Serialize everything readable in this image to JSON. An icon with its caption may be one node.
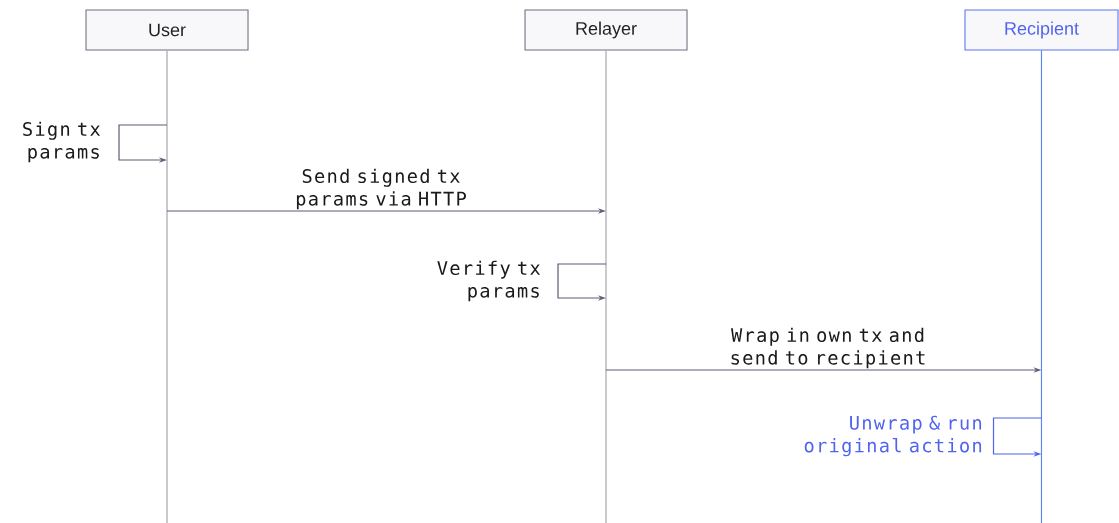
{
  "diagram": {
    "nodes": [
      {
        "text": [
          "User"
        ]
      },
      {
        "text": [
          "Relayer"
        ]
      },
      {
        "text": [
          "Recipient"
        ]
      }
    ],
    "edges": [
      {
        "from": 0,
        "to": 0,
        "arrow": "to",
        "label": "Sign tx params"
      },
      {
        "from": 0,
        "to": 1,
        "arrow": "to",
        "label": "Send signed tx params via HTTP"
      },
      {
        "from": 1,
        "to": 1,
        "arrow": "to",
        "label": "Verify tx params"
      },
      {
        "from": 1,
        "to": 2,
        "arrow": "to",
        "label": "Wrap in own tx and send to recipient"
      },
      {
        "from": 2,
        "to": 2,
        "arrow": "to",
        "label": "Unwrap & run original action",
        "color": "#4f63ef"
      }
    ]
  }
}
